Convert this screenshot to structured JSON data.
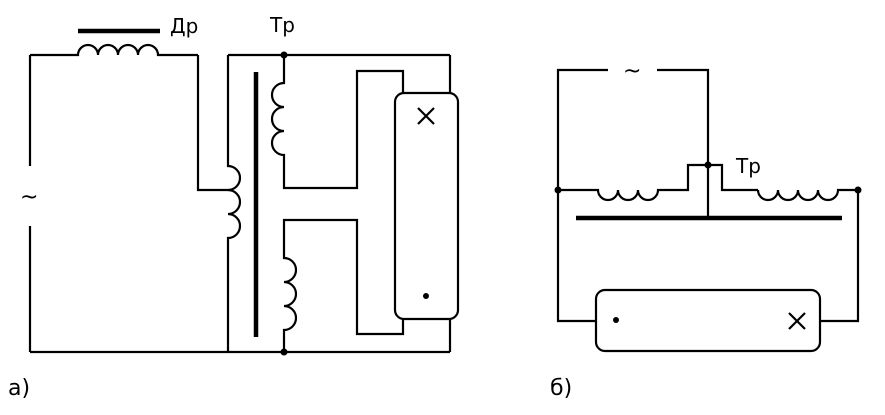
{
  "diagram_a": {
    "caption": "а)",
    "choke_label": "Др",
    "transformer_label": "Тр",
    "source_symbol": "~"
  },
  "diagram_b": {
    "caption": "б)",
    "transformer_label": "Тр",
    "source_symbol": "~"
  }
}
